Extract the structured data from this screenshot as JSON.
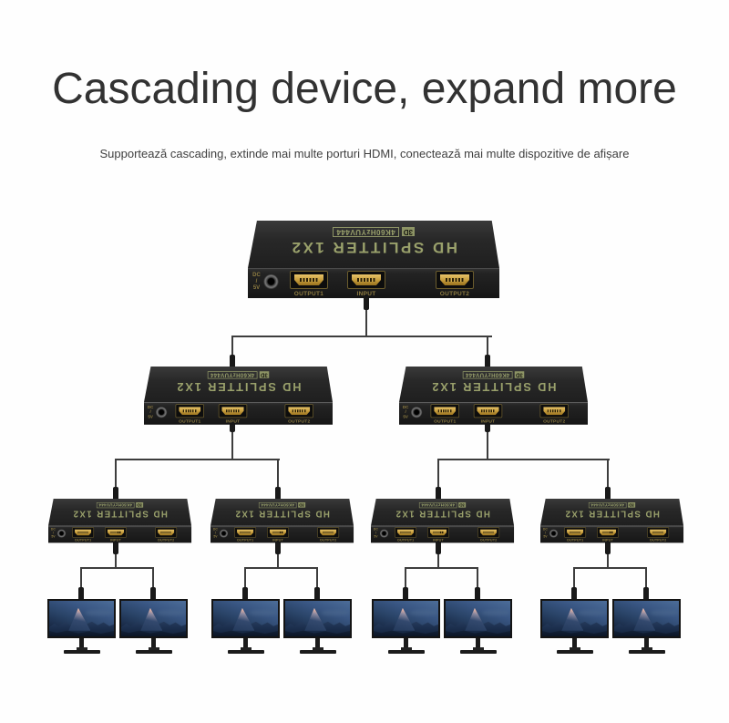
{
  "header": {
    "title": "Cascading device, expand more",
    "subtitle": "Supportează cascading, extinde mai multe porturi HDMI, conectează mai multe dispozitive de afișare"
  },
  "device": {
    "name": "HD SPLITTER 1X2",
    "badge_3d": "3D",
    "badge_spec": "4K60HzYUV444",
    "power_label_line1": "DC",
    "power_label_line2": "/",
    "power_label_line3": "5V",
    "port_output1": "OUTPUT1",
    "port_input": "INPUT",
    "port_output2": "OUTPUT2"
  },
  "diagram": {
    "level_device_counts": [
      1,
      2,
      4
    ],
    "monitor_count": 8
  },
  "colors": {
    "title_text": "#323232",
    "device_body": "#1f1f1f",
    "brand_text": "#99a06b",
    "hdmi_gold": "#c49a3a",
    "cable": "#3d3d3d",
    "monitor_sky": "#3a5784"
  }
}
